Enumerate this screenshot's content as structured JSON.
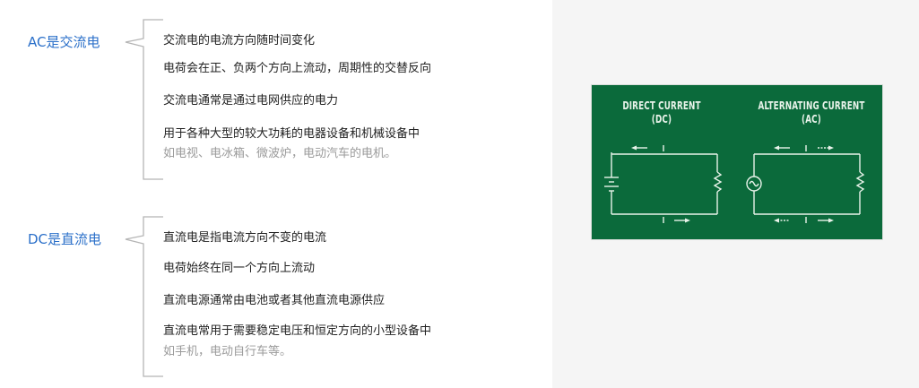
{
  "ac_section": {
    "label": "AC是交流电",
    "items": [
      {
        "text": "交流电的电流方向随时间变化"
      },
      {
        "text": "电荷会在正、负两个方向上流动，周期性的交替反向"
      },
      {
        "text": "交流电通常是通过电网供应的电力"
      },
      {
        "text": "用于各种大型的较大功耗的电器设备和机械设备中",
        "note": "如电视、电冰箱、微波炉，电动汽车的电机。"
      }
    ]
  },
  "dc_section": {
    "label": "DC是直流电",
    "items": [
      {
        "text": "直流电是指电流方向不变的电流"
      },
      {
        "text": "电荷始终在同一个方向上流动"
      },
      {
        "text": "直流电源通常由电池或者其他直流电源供应"
      },
      {
        "text": "直流电常用于需要稳定电压和恒定方向的小型设备中",
        "note": "如手机，电动自行车等。"
      }
    ]
  },
  "figure": {
    "dc_title_line1": "DIRECT CURRENT",
    "dc_title_line2": "(DC)",
    "ac_title_line1": "ALTERNATING CURRENT",
    "ac_title_line2": "(AC)",
    "background_color": "#0b6a3b",
    "line_color": "#e9f3ea"
  },
  "colors": {
    "label": "#2a6fc9",
    "body_text": "#222222",
    "note_text": "#9a9a9a",
    "bracket": "#b5b5b5",
    "panel_bg": "#f5f5f5"
  }
}
